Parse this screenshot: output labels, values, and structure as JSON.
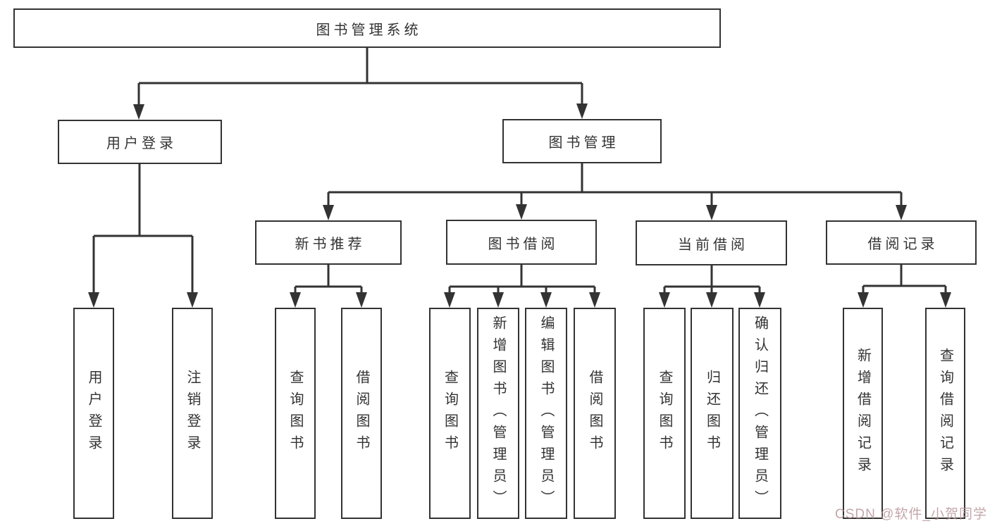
{
  "colors": {
    "line": "#333333",
    "box_border": "#333333",
    "text": "#333333",
    "background": "#ffffff",
    "watermark": "#b9969b"
  },
  "tree": {
    "root": {
      "label": "图书管理系统"
    },
    "children": [
      {
        "label": "用户登录",
        "children": [
          "用户登录",
          "注销登录"
        ]
      },
      {
        "label": "图书管理",
        "children": [
          {
            "label": "新书推荐",
            "children": [
              "查询图书",
              "借阅图书"
            ]
          },
          {
            "label": "图书借阅",
            "children": [
              "查询图书",
              "新增图书（管理员）",
              "编辑图书（管理员）",
              "借阅图书"
            ]
          },
          {
            "label": "当前借阅",
            "children": [
              "查询图书",
              "归还图书",
              "确认归还（管理员）"
            ]
          },
          {
            "label": "借阅记录",
            "children": [
              "新增借阅记录",
              "查询借阅记录"
            ]
          }
        ]
      }
    ]
  },
  "watermark": {
    "text": "CSDN @软件_小贺同学"
  }
}
